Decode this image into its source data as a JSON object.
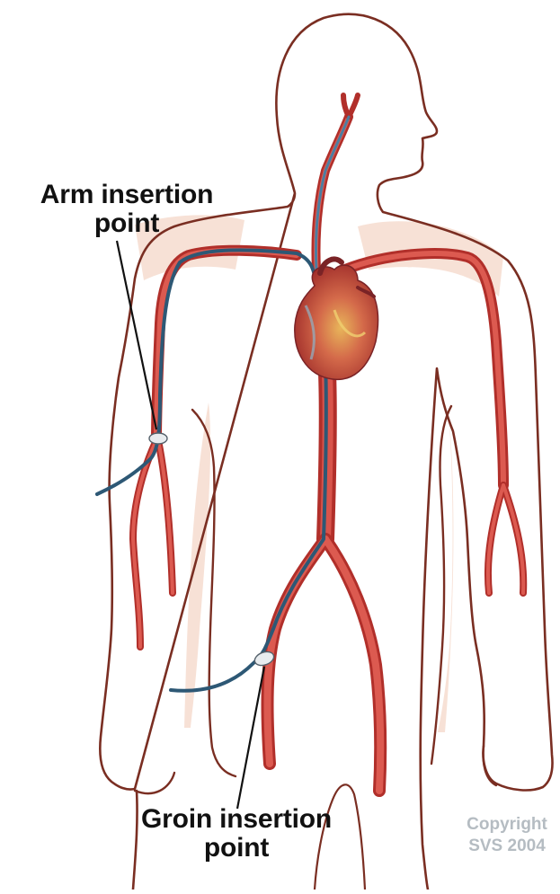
{
  "labels": {
    "arm_line1": "Arm insertion",
    "arm_line2": "point",
    "groin_line1": "Groin insertion",
    "groin_line2": "point"
  },
  "copyright": {
    "line1": "Copyright",
    "line2": "SVS 2004"
  },
  "colors": {
    "outline": "#7a2e22",
    "skin_shadow": "#f4d6c8",
    "artery": "#cc3b33",
    "artery_highlight": "#e8726a",
    "catheter": "#3e6f8f",
    "heart": "#c8463e",
    "label_text": "#111111",
    "copyright_text": "#b5bcc2"
  },
  "icons": [
    "heart-illustration",
    "body-outline",
    "artery-network",
    "catheter-line"
  ]
}
